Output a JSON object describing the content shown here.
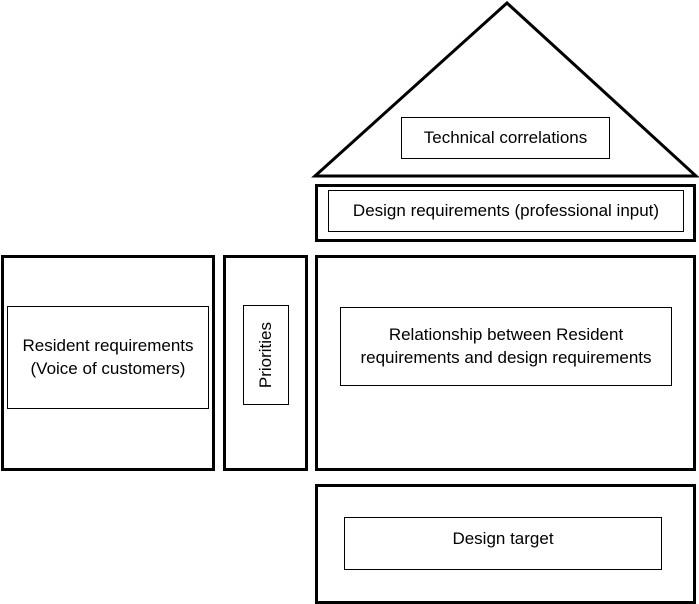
{
  "technical_correlations": "Technical correlations",
  "design_requirements": "Design requirements (professional input)",
  "resident_requirements": "Resident requirements (Voice of customers)",
  "priorities": "Priorities",
  "relationship": "Relationship between Resident requirements and design requirements",
  "design_target": "Design target"
}
